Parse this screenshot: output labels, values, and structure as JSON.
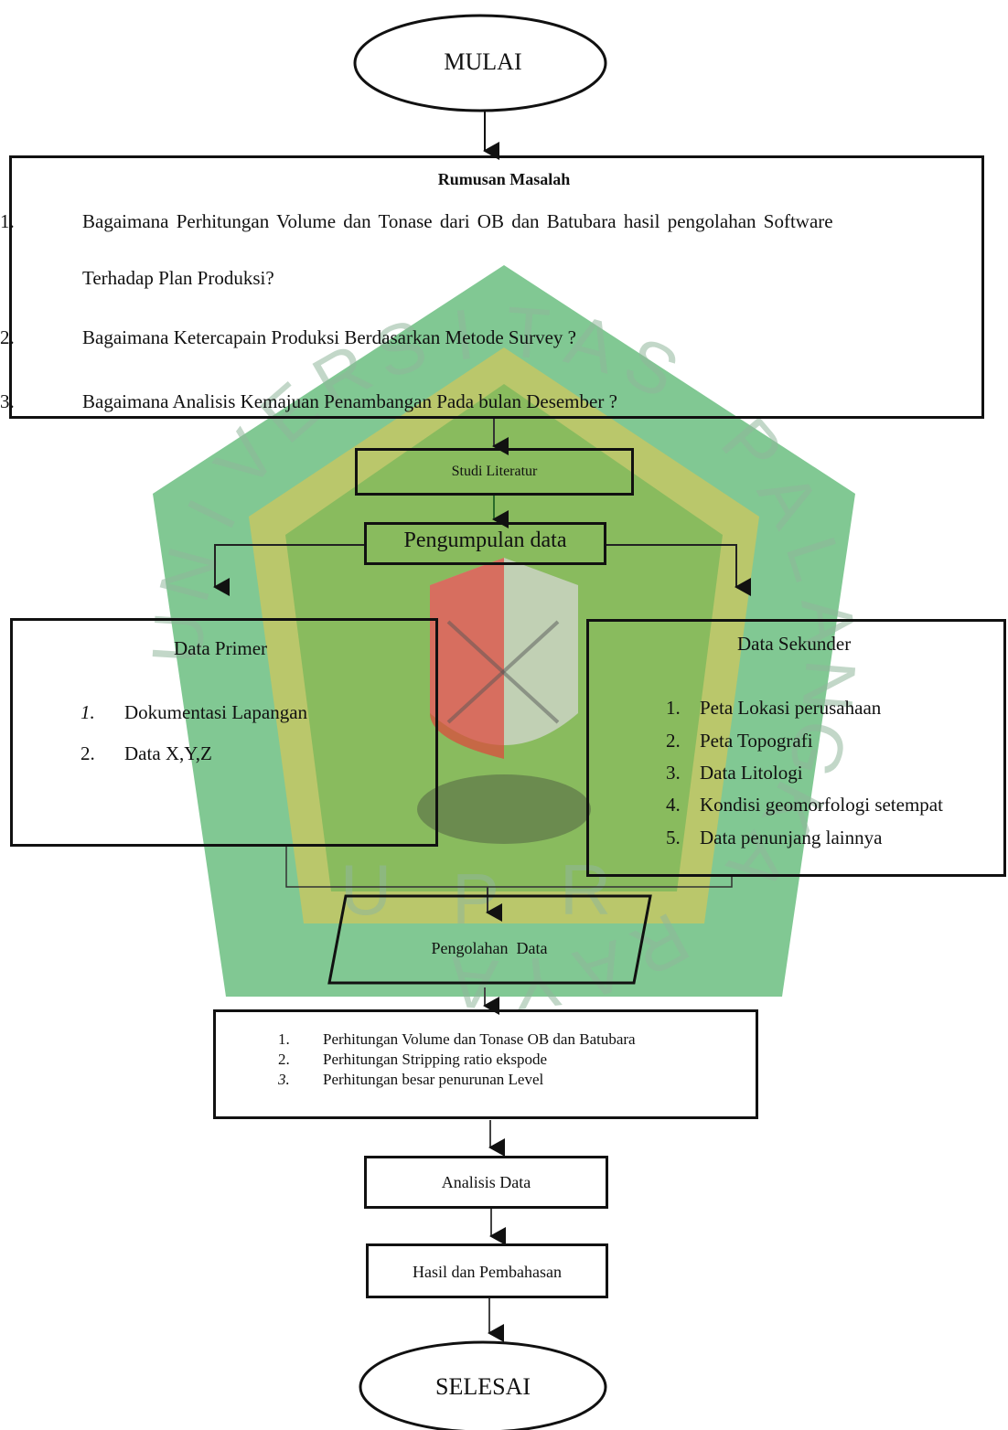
{
  "start": {
    "label": "MULAI"
  },
  "problem": {
    "title": "Rumusan Masalah",
    "items": [
      {
        "num": "1.",
        "line1": "Bagaimana Perhitungan Volume dan Tonase dari OB dan Batubara hasil pengolahan Software",
        "line2": "Terhadap Plan Produksi?"
      },
      {
        "num": "2.",
        "line1": "Bagaimana Ketercapain Produksi Berdasarkan Metode Survey ?"
      },
      {
        "num": "3.",
        "line1": "Bagaimana Analisis Kemajuan Penambangan Pada bulan Desember ?"
      }
    ]
  },
  "literature": {
    "label": "Studi Literatur"
  },
  "collection": {
    "label": "Pengumpulan data"
  },
  "primary": {
    "title": "Data Primer",
    "items": [
      {
        "num": "1.",
        "text": "Dokumentasi Lapangan"
      },
      {
        "num": "2.",
        "text": "Data X,Y,Z"
      }
    ]
  },
  "secondary": {
    "title": "Data Sekunder",
    "items": [
      {
        "num": "1.",
        "text": "Peta Lokasi perusahaan"
      },
      {
        "num": "2.",
        "text": "Peta Topografi"
      },
      {
        "num": "3.",
        "text": "Data Litologi"
      },
      {
        "num": "4.",
        "text": "Kondisi geomorfologi setempat"
      },
      {
        "num": "5.",
        "text": "Data penunjang lainnya"
      }
    ]
  },
  "processing": {
    "label": "Pengolahan  Data"
  },
  "calculations": {
    "items": [
      {
        "num": "1.",
        "text": "Perhitungan Volume dan Tonase OB dan Batubara"
      },
      {
        "num": "2.",
        "text": "Perhitungan Stripping ratio ekspode"
      },
      {
        "num": "3.",
        "text": "Perhitungan besar penurunan Level"
      }
    ]
  },
  "analysis": {
    "label": "Analisis Data"
  },
  "results": {
    "label": "Hasil dan Pembahasan"
  },
  "end": {
    "label": "SELESAI"
  },
  "watermark": {
    "text": "UNIVERSITAS PALANGKA RAYA UPR"
  }
}
